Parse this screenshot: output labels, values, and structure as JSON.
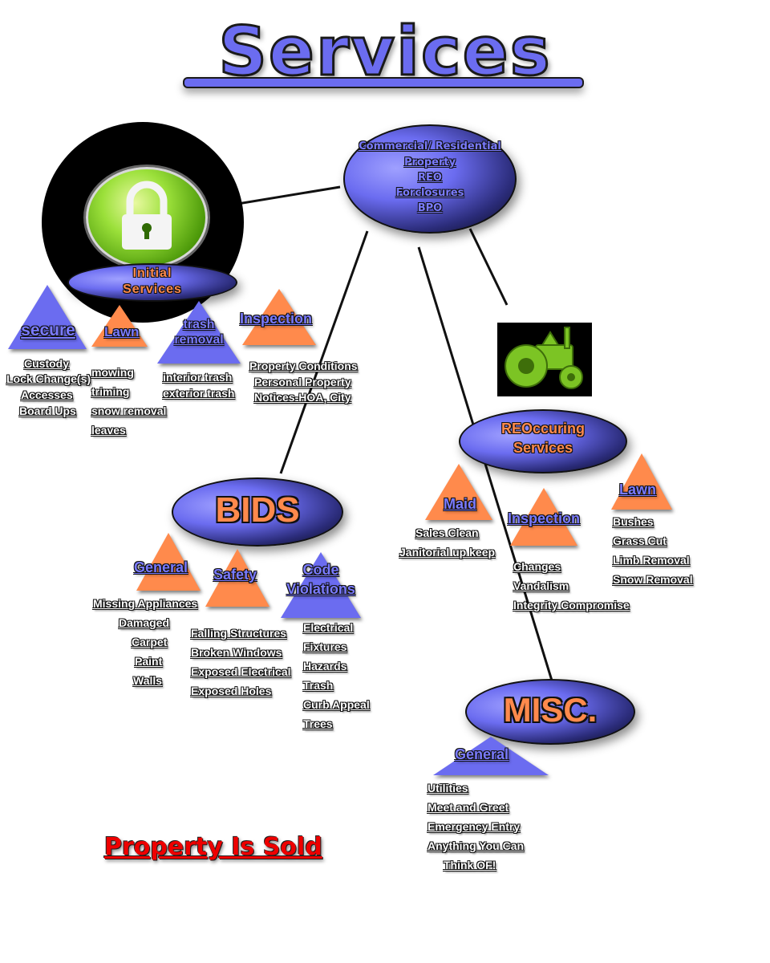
{
  "title": "Services",
  "colors": {
    "primary_blue": "#6b6cf0",
    "accent_orange": "#ff8a4c",
    "sold_red": "#ee0000",
    "lock_green": "#7ccc1e"
  },
  "top_node": {
    "lines": [
      "Commercial/ Residential",
      "Property",
      "REO",
      "Forclosures",
      "BPO"
    ]
  },
  "initial": {
    "icon": "padlock-icon",
    "label_line1": "Initial",
    "label_line2": "Services",
    "groups": [
      {
        "name": "secure",
        "items": [
          "Custody",
          "Lock Change(s)",
          "Accesses",
          "Board Ups"
        ]
      },
      {
        "name": "Lawn",
        "items": [
          "mowing",
          "triming",
          "snow removal",
          "leaves"
        ]
      },
      {
        "name_line1": "trash",
        "name_line2": "removal",
        "items": [
          "interior trash",
          "exterior trash"
        ]
      },
      {
        "name": "Inspection",
        "items": [
          "Property Conditions",
          "Personal Property",
          "Notices-HOA, City"
        ]
      }
    ]
  },
  "reoccuring": {
    "icon": "tractor-icon",
    "label_line1": "REOccuring",
    "label_line2": "Services",
    "groups": [
      {
        "name": "Maid",
        "items": [
          "Sales Clean",
          "Janitorial up keep"
        ]
      },
      {
        "name": "Inspection",
        "items": [
          "Changes",
          "Vandalism",
          "Integrity Compromise"
        ]
      },
      {
        "name": "Lawn",
        "items": [
          "Bushes",
          "Grass Cut",
          "Limb Removal",
          "Snow Removal"
        ]
      }
    ]
  },
  "bids": {
    "label": "BIDS",
    "groups": [
      {
        "name": "General",
        "items": [
          "Missing Appliances",
          "Damaged",
          "Carpet",
          "Paint",
          "Walls"
        ]
      },
      {
        "name": "Safety",
        "items": [
          "Falling  Structures",
          "Broken Windows",
          "Exposed Electrical",
          "Exposed Holes"
        ]
      },
      {
        "name_line1": "Code",
        "name_line2": "Violations",
        "items": [
          "Electrical",
          "Fixtures",
          "Hazards",
          "Trash",
          "Curb Appeal",
          "Trees"
        ]
      }
    ]
  },
  "misc": {
    "label": "MISC.",
    "groups": [
      {
        "name": "General",
        "items": [
          "Utilities",
          "Meet and Greet",
          "Emergency Entry",
          "Anything You Can",
          "Think OF!"
        ]
      }
    ]
  },
  "footer": "Property Is Sold"
}
